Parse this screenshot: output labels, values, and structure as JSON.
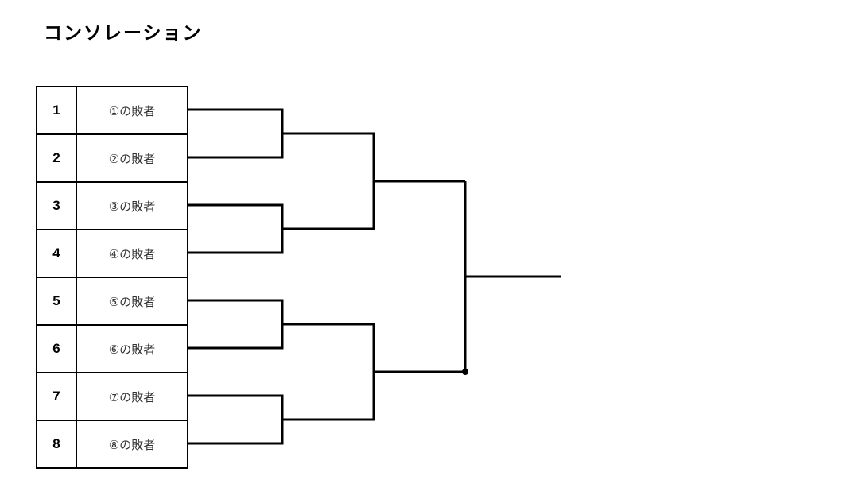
{
  "title": "コンソレーション",
  "rows": [
    {
      "seed": "1",
      "label": "①の敗者"
    },
    {
      "seed": "2",
      "label": "②の敗者"
    },
    {
      "seed": "3",
      "label": "③の敗者"
    },
    {
      "seed": "4",
      "label": "④の敗者"
    },
    {
      "seed": "5",
      "label": "⑤の敗者"
    },
    {
      "seed": "6",
      "label": "⑥の敗者"
    },
    {
      "seed": "7",
      "label": "⑦の敗者"
    },
    {
      "seed": "8",
      "label": "⑧の敗者"
    }
  ],
  "colors": {
    "line": "#000000",
    "text": "#000000",
    "entry_text": "#333333",
    "background": "#ffffff"
  }
}
